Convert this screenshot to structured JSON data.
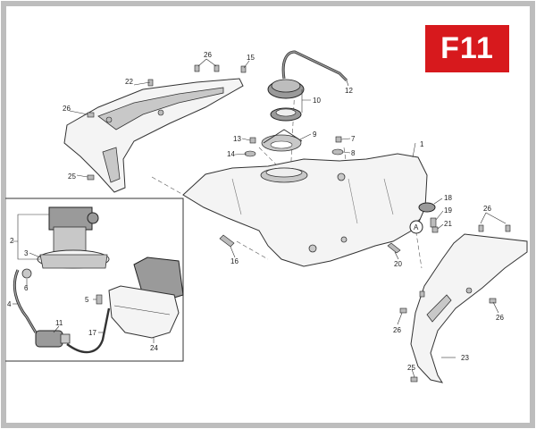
{
  "section_code": "F11",
  "colors": {
    "badge": "#d7191d",
    "badge_text": "#ffffff",
    "frame": "#bdbdbd"
  },
  "callouts": {
    "c1": "1",
    "c2": "2",
    "c3": "3",
    "c4": "4",
    "c5": "5",
    "c6": "6",
    "c7": "7",
    "c8": "8",
    "c9": "9",
    "c10": "10",
    "c11": "11",
    "c12": "12",
    "c13": "13",
    "c14": "14",
    "c15": "15",
    "c16": "16",
    "c17": "17",
    "c18": "18",
    "c19": "19",
    "c20": "20",
    "c21": "21",
    "c22": "22",
    "c23": "23",
    "c24": "24",
    "c25a": "25",
    "c25b": "25",
    "c26a": "26",
    "c26b": "26",
    "c26c": "26",
    "c26d": "26",
    "c26e": "26",
    "cA": "A"
  }
}
